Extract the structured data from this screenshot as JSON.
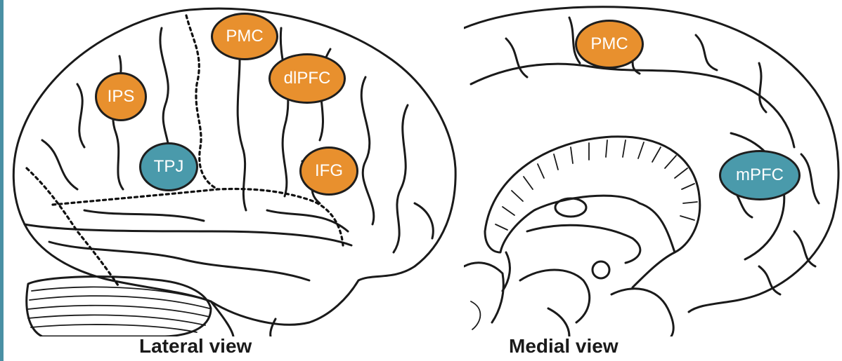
{
  "colors": {
    "frame_edge": "#4a90a4",
    "region_orange": "#e8902e",
    "region_teal": "#4a9aab"
  },
  "lateral_view": {
    "label": "Lateral view",
    "regions": [
      {
        "id": "pmc",
        "label": "PMC",
        "color": "orange"
      },
      {
        "id": "dlpfc",
        "label": "dlPFC",
        "color": "orange"
      },
      {
        "id": "ips",
        "label": "IPS",
        "color": "orange"
      },
      {
        "id": "tpj",
        "label": "TPJ",
        "color": "teal"
      },
      {
        "id": "ifg",
        "label": "IFG",
        "color": "orange"
      }
    ]
  },
  "medial_view": {
    "label": "Medial view",
    "regions": [
      {
        "id": "pmc",
        "label": "PMC",
        "color": "orange"
      },
      {
        "id": "mpfc",
        "label": "mPFC",
        "color": "teal"
      }
    ]
  }
}
